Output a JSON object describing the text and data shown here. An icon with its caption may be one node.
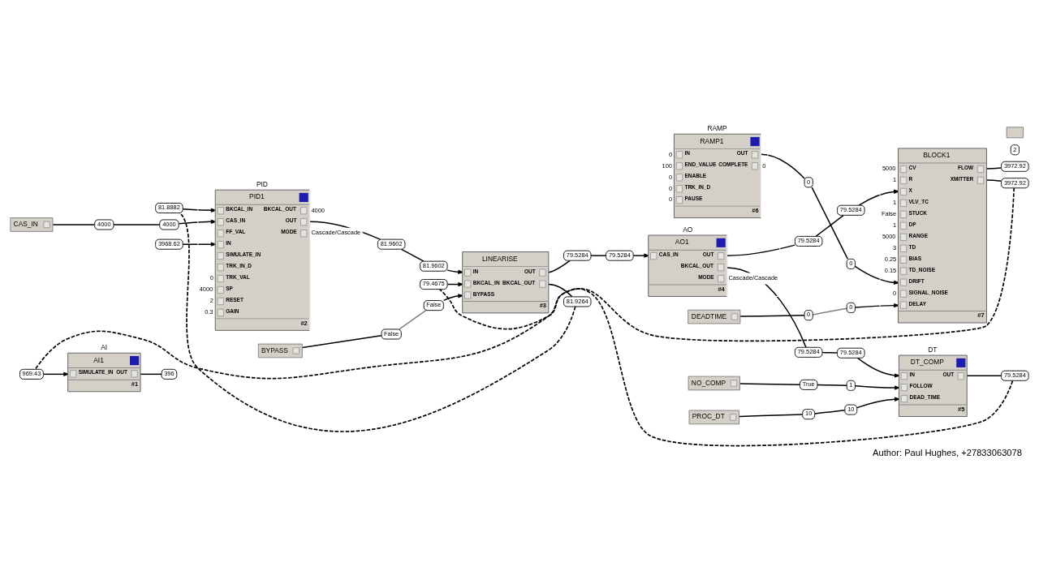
{
  "diagram": {
    "caption": "Author: Paul Hughes, +27833063078",
    "nodes": [
      {
        "text": [
          "CAS_IN"
        ]
      },
      {
        "text": [
          "4000"
        ]
      },
      {
        "text": [
          "969.43"
        ]
      },
      {
        "text": [
          "AI",
          "AI1",
          "SIMULATE_IN",
          "OUT",
          "#1"
        ]
      },
      {
        "text": [
          "396"
        ]
      },
      {
        "text": [
          "81.8882"
        ]
      },
      {
        "text": [
          "4000"
        ]
      },
      {
        "text": [
          "3968.62"
        ]
      },
      {
        "text": [
          "PID",
          "PID1",
          "BKCAL_IN",
          "BKCAL_OUT",
          "CAS_IN",
          "OUT",
          "FF_VAL",
          "MODE",
          "IN",
          "SIMULATE_IN",
          "TRK_IN_D",
          "TRK_VAL",
          "SP",
          "RESET",
          "GAIN",
          "#2"
        ],
        "beside": [
          "4000",
          "Cascade/Cascade",
          "0",
          "4000",
          "2",
          "0.3"
        ]
      },
      {
        "text": [
          "81.9602"
        ]
      },
      {
        "text": [
          "81.9602"
        ]
      },
      {
        "text": [
          "79.4675"
        ]
      },
      {
        "text": [
          "False"
        ]
      },
      {
        "text": [
          "BYPASS"
        ]
      },
      {
        "text": [
          "False"
        ]
      },
      {
        "text": [
          "LINEARISE",
          "IN",
          "OUT",
          "BKCAL_IN",
          "BKCAL_OUT",
          "BYPASS",
          "#3"
        ]
      },
      {
        "text": [
          "79.5284"
        ]
      },
      {
        "text": [
          "81.9264"
        ]
      },
      {
        "text": [
          "79.5284"
        ]
      },
      {
        "text": [
          "AO",
          "AO1",
          "CAS_IN",
          "OUT",
          "BKCAL_OUT",
          "MODE",
          "#4"
        ],
        "beside": [
          "Cascade/Cascade"
        ]
      },
      {
        "text": [
          "79.5284"
        ]
      },
      {
        "text": [
          "79.5284"
        ]
      },
      {
        "text": [
          "79.5284"
        ]
      },
      {
        "text": [
          "NO_COMP"
        ]
      },
      {
        "text": [
          "True"
        ]
      },
      {
        "text": [
          "1"
        ]
      },
      {
        "text": [
          "PROC_DT"
        ]
      },
      {
        "text": [
          "10"
        ]
      },
      {
        "text": [
          "10"
        ]
      },
      {
        "text": [
          "DT",
          "DT_COMP",
          "IN",
          "OUT",
          "FOLLOW",
          "DEAD_TIME",
          "#5"
        ]
      },
      {
        "text": [
          "79.5284"
        ]
      },
      {
        "text": [
          "RAMP",
          "RAMP1",
          "IN",
          "OUT",
          "END_VALUE",
          "COMPLETE",
          "ENABLE",
          "TRK_IN_D",
          "PAUSE",
          "#6"
        ],
        "beside": [
          "0",
          "100",
          "0",
          "0",
          "0",
          "0"
        ]
      },
      {
        "text": [
          "0"
        ]
      },
      {
        "text": [
          "DEADTIME"
        ]
      },
      {
        "text": [
          "0"
        ]
      },
      {
        "text": [
          "79.5284"
        ]
      },
      {
        "text": [
          "0"
        ]
      },
      {
        "text": [
          "0"
        ]
      },
      {
        "text": [
          "BLOCK1",
          "CV",
          "FLOW",
          "R",
          "XMITTER",
          "X",
          "VLV_TC",
          "STUCK",
          "DP",
          "RANGE",
          "TD",
          "BIAS",
          "TD_NOISE",
          "DRIFT",
          "SIGNAL_NOISE",
          "DELAY",
          "#7"
        ],
        "beside": [
          "5000",
          "1",
          "1",
          "False",
          "1",
          "5000",
          "3",
          "0.25",
          "0.15",
          "0"
        ]
      },
      {
        "text": [
          "3972.92"
        ]
      },
      {
        "text": [
          "2"
        ]
      },
      {
        "text": [],
        "shape": "box"
      },
      {
        "text": [
          "3972.92"
        ]
      }
    ],
    "edges": [
      {
        "from": 0,
        "to": 1,
        "arrow": "none"
      },
      {
        "from": 1,
        "to": 6,
        "arrow": "none"
      },
      {
        "from": 6,
        "to": 8,
        "arrow": "to"
      },
      {
        "from": 2,
        "to": 3,
        "arrow": "to"
      },
      {
        "from": 3,
        "to": 4,
        "arrow": "none"
      },
      {
        "from": 7,
        "to": 8,
        "arrow": "to"
      },
      {
        "from": 5,
        "to": 8,
        "arrow": "to"
      },
      {
        "from": 8,
        "to": 9,
        "arrow": "none"
      },
      {
        "from": 9,
        "to": 10,
        "arrow": "none"
      },
      {
        "from": 10,
        "to": 15,
        "arrow": "to"
      },
      {
        "from": 11,
        "to": 15,
        "arrow": "to"
      },
      {
        "from": 13,
        "to": 14,
        "arrow": "none"
      },
      {
        "from": 14,
        "to": 12,
        "arrow": "none",
        "color": "#808080"
      },
      {
        "from": 12,
        "to": 15,
        "arrow": "to"
      },
      {
        "from": 15,
        "to": 16,
        "arrow": "none"
      },
      {
        "from": 15,
        "to": 17,
        "arrow": "none"
      },
      {
        "from": 17,
        "to": 5,
        "arrow": "none",
        "style": "dashed"
      },
      {
        "from": 16,
        "to": 18,
        "arrow": "none"
      },
      {
        "from": 18,
        "to": 19,
        "arrow": "to"
      },
      {
        "from": 19,
        "to": 20,
        "arrow": "none"
      },
      {
        "from": 19,
        "to": 21,
        "arrow": "none"
      },
      {
        "from": 21,
        "to": 22,
        "arrow": "none"
      },
      {
        "from": 22,
        "to": 29,
        "arrow": "to"
      },
      {
        "from": 23,
        "to": 24,
        "arrow": "none"
      },
      {
        "from": 24,
        "to": 25,
        "arrow": "none"
      },
      {
        "from": 25,
        "to": 29,
        "arrow": "to"
      },
      {
        "from": 26,
        "to": 27,
        "arrow": "none"
      },
      {
        "from": 27,
        "to": 28,
        "arrow": "none"
      },
      {
        "from": 28,
        "to": 29,
        "arrow": "to"
      },
      {
        "from": 29,
        "to": 30,
        "arrow": "none"
      },
      {
        "from": 30,
        "to": 11,
        "arrow": "none",
        "style": "dashed"
      },
      {
        "from": 20,
        "to": 35,
        "arrow": "none"
      },
      {
        "from": 35,
        "to": 38,
        "arrow": "to"
      },
      {
        "from": 31,
        "to": 32,
        "arrow": "none"
      },
      {
        "from": 32,
        "to": 36,
        "arrow": "none"
      },
      {
        "from": 36,
        "to": 38,
        "arrow": "to"
      },
      {
        "from": 33,
        "to": 34,
        "arrow": "none"
      },
      {
        "from": 34,
        "to": 37,
        "arrow": "none",
        "color": "#808080"
      },
      {
        "from": 37,
        "to": 38,
        "arrow": "to"
      },
      {
        "from": 38,
        "to": 39,
        "arrow": "none"
      },
      {
        "from": 38,
        "to": 42,
        "arrow": "none"
      },
      {
        "from": 42,
        "to": 2,
        "arrow": "none",
        "style": "dashed"
      }
    ]
  }
}
